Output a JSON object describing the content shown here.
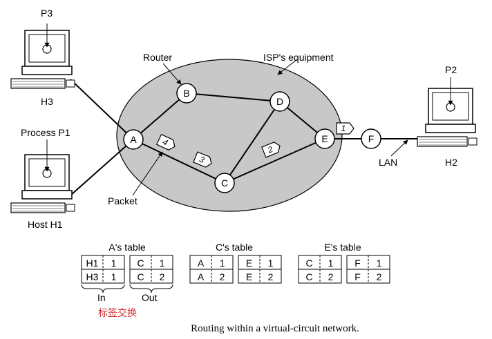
{
  "labels": {
    "router": "Router",
    "isp": "ISP's equipment",
    "packet": "Packet",
    "lan": "LAN",
    "p3": "P3",
    "h3": "H3",
    "process_p1": "Process P1",
    "host_h1": "Host H1",
    "p2": "P2",
    "h2": "H2"
  },
  "routers": [
    "A",
    "B",
    "C",
    "D",
    "E",
    "F"
  ],
  "packets": [
    "1",
    "2",
    "3",
    "4"
  ],
  "tables": [
    {
      "title": "A's table",
      "in_rows": [
        [
          "H1",
          "1"
        ],
        [
          "H3",
          "1"
        ]
      ],
      "out_rows": [
        [
          "C",
          "1"
        ],
        [
          "C",
          "2"
        ]
      ]
    },
    {
      "title": "C's table",
      "in_rows": [
        [
          "A",
          "1"
        ],
        [
          "A",
          "2"
        ]
      ],
      "out_rows": [
        [
          "E",
          "1"
        ],
        [
          "E",
          "2"
        ]
      ]
    },
    {
      "title": "E's table",
      "in_rows": [
        [
          "C",
          "1"
        ],
        [
          "C",
          "2"
        ]
      ],
      "out_rows": [
        [
          "F",
          "1"
        ],
        [
          "F",
          "2"
        ]
      ]
    }
  ],
  "in_label": "In",
  "out_label": "Out",
  "annotation_cjk": "标签交换",
  "caption": "Routing within a virtual-circuit network.",
  "colors": {
    "cloud_fill": "#c8c8c8",
    "annotation": "#d42a2a"
  }
}
